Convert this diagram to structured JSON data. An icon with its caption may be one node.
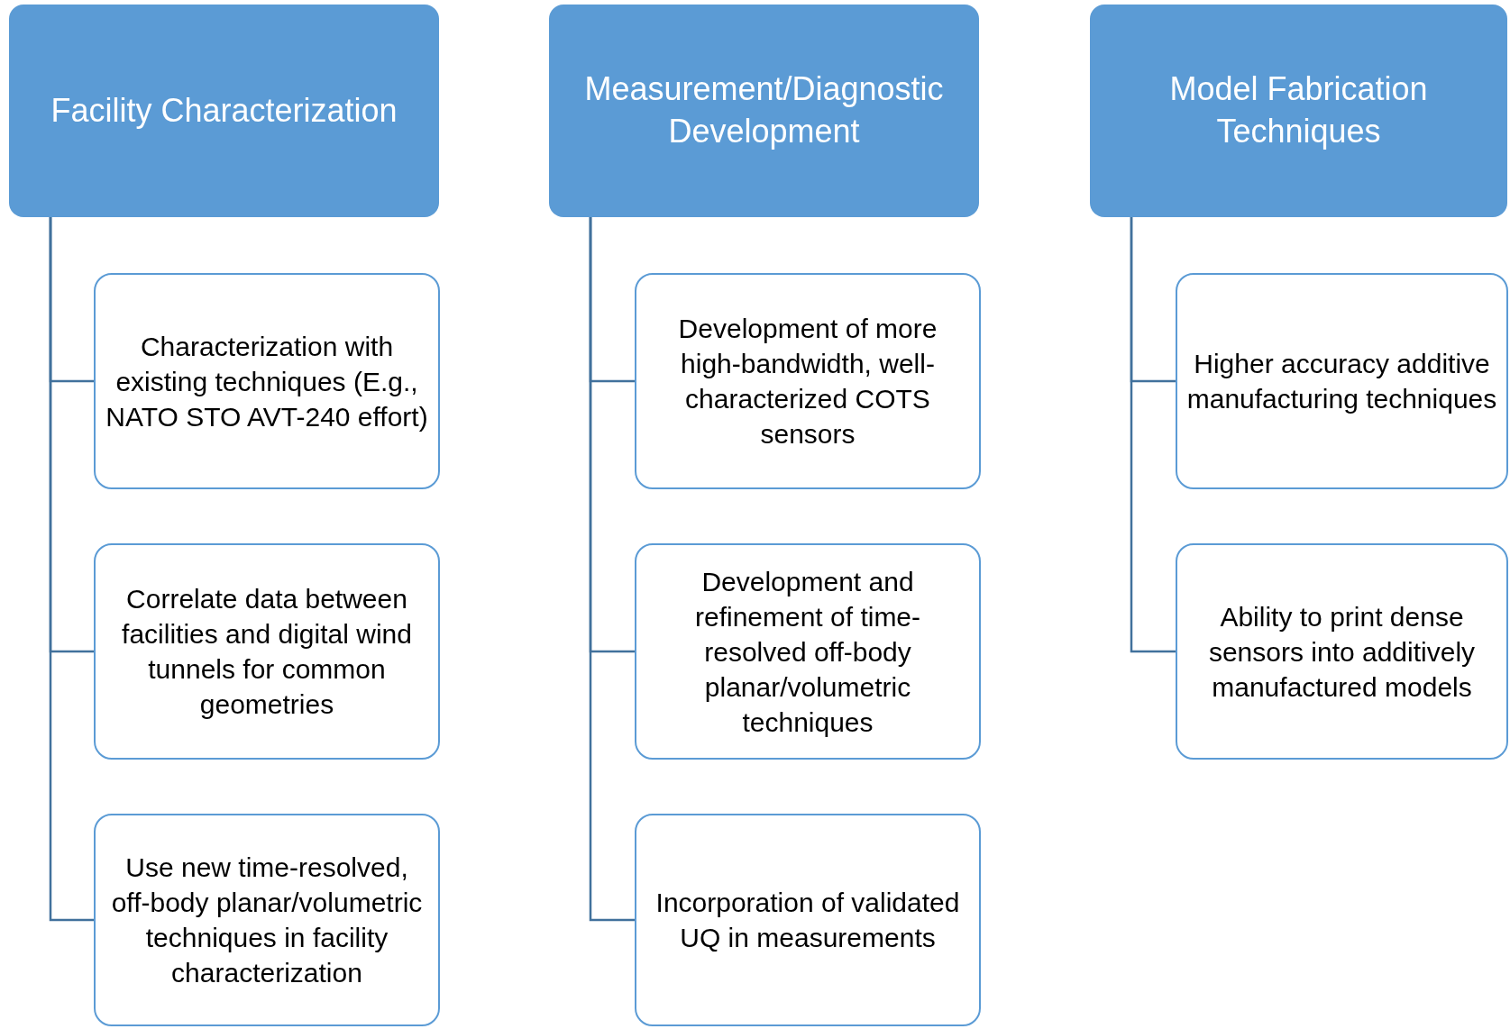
{
  "diagram": {
    "nodes": [
      {
        "text": [
          "Facility Characterization"
        ]
      },
      {
        "text": [
          "Characterization with existing techniques (E.g., NATO STO AVT-240 effort)"
        ]
      },
      {
        "text": [
          "Correlate data between facilities and digital wind tunnels for common geometries"
        ]
      },
      {
        "text": [
          "Use new time-resolved, off-body planar/volumetric techniques in facility characterization"
        ]
      },
      {
        "text": [
          "Measurement/Diagnostic Development"
        ]
      },
      {
        "text": [
          "Development of more high-bandwidth, well-characterized COTS sensors"
        ]
      },
      {
        "text": [
          "Development and refinement of time-resolved off-body planar/volumetric techniques"
        ]
      },
      {
        "text": [
          "Incorporation of validated UQ in measurements"
        ]
      },
      {
        "text": [
          "Model Fabrication Techniques"
        ]
      },
      {
        "text": [
          "Higher accuracy additive manufacturing techniques"
        ]
      },
      {
        "text": [
          "Ability to print dense sensors into additively manufactured models"
        ]
      }
    ],
    "edges": [
      {
        "from": 0,
        "to": 1,
        "arrow": "none"
      },
      {
        "from": 0,
        "to": 2,
        "arrow": "none"
      },
      {
        "from": 0,
        "to": 3,
        "arrow": "none"
      },
      {
        "from": 4,
        "to": 5,
        "arrow": "none"
      },
      {
        "from": 4,
        "to": 6,
        "arrow": "none"
      },
      {
        "from": 4,
        "to": 7,
        "arrow": "none"
      },
      {
        "from": 8,
        "to": 9,
        "arrow": "none"
      },
      {
        "from": 8,
        "to": 10,
        "arrow": "none"
      }
    ]
  }
}
